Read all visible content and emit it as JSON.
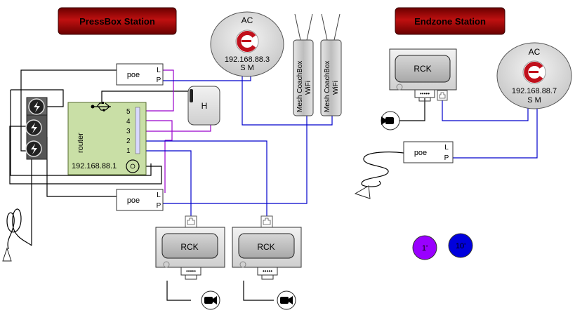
{
  "stations": {
    "pressbox": {
      "title": "PressBox Station"
    },
    "endzone": {
      "title": "Endzone Station"
    }
  },
  "pressbox": {
    "ac": {
      "label": "AC",
      "ip": "192.168.88.3",
      "ports": "S M"
    },
    "wifi_left": {
      "line1": "Mesh CoachBox",
      "line2": "WiFi"
    },
    "wifi_right": {
      "line1": "Mesh CoachBox",
      "line2": "WiFi"
    },
    "poe_top": {
      "label": "poe",
      "port_l": "L",
      "port_p": "P"
    },
    "poe_bottom": {
      "label": "poe",
      "port_l": "L",
      "port_p": "P"
    },
    "router": {
      "label": "router",
      "ip": "192.168.88.1",
      "ports": [
        "5",
        "4",
        "3",
        "2",
        "1"
      ]
    },
    "hub": {
      "label": "H"
    },
    "rck_left": {
      "label": "RCK"
    },
    "rck_right": {
      "label": "RCK"
    }
  },
  "endzone": {
    "rck": {
      "label": "RCK"
    },
    "ac": {
      "label": "AC",
      "ip": "192.168.88.7",
      "ports": "S M"
    },
    "poe": {
      "label": "poe",
      "port_l": "L",
      "port_p": "P"
    }
  },
  "legend": {
    "purple": {
      "label": "1'",
      "color": "#9900ff"
    },
    "blue": {
      "label": "10'",
      "color": "#0000dd"
    }
  },
  "colors": {
    "station_banner": "#8b0000",
    "router_fill": "#c9dfa6",
    "ethernet_blue": "#0000cc",
    "short_cable_purple": "#9900cc",
    "power_black": "#000000"
  }
}
